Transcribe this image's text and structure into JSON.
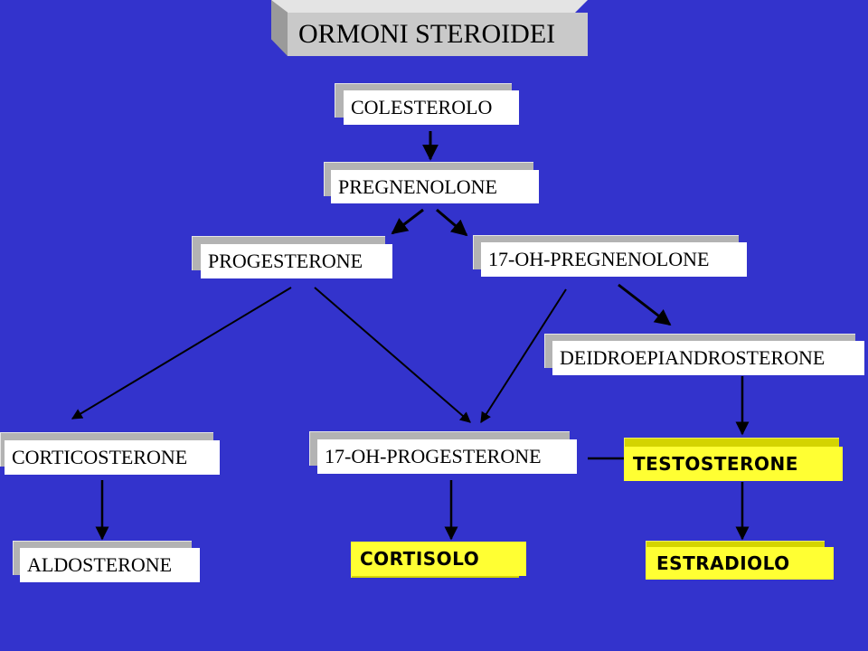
{
  "title": "ORMONI STEROIDEI",
  "nodes": {
    "colesterolo": "COLESTEROLO",
    "pregnenolone": "PREGNENOLONE",
    "progesterone": "PROGESTERONE",
    "oh17_pregnenolone": "17-OH-PREGNENOLONE",
    "deidroepiandrosterone": "DEIDROEPIANDROSTERONE",
    "corticosterone": "CORTICOSTERONE",
    "oh17_progesterone": "17-OH-PROGESTERONE",
    "testosterone": "TESTOSTERONE",
    "aldosterone": "ALDOSTERONE",
    "cortisolo": "CORTISOLO",
    "estradiolo": "ESTRADIOLO"
  },
  "colors": {
    "background": "#3333cc",
    "node_face": "#ffffff",
    "highlight_face": "#ffff33",
    "arrow": "#000000"
  }
}
